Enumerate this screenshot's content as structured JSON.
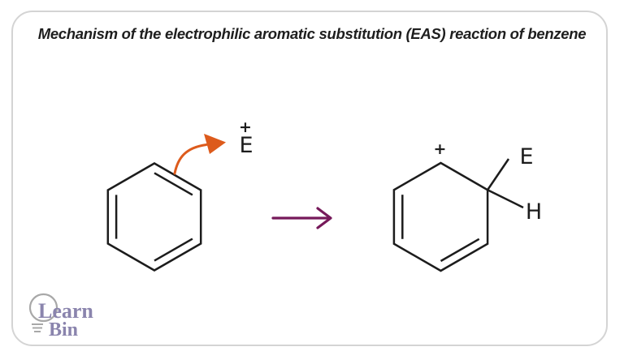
{
  "title": "Mechanism of the electrophilic aromatic substitution (EAS) reaction of benzene",
  "reactant": {
    "electrophile_symbol": "E",
    "electrophile_charge": "+"
  },
  "product": {
    "ring_charge": "+",
    "substituent_e": "E",
    "substituent_h": "H"
  },
  "logo": {
    "learn": "Learn",
    "bin": "Bin"
  },
  "icons": {
    "curved_attack_arrow": "curved-arrow",
    "reaction_arrow": "right-arrow",
    "lightbulb": "lightbulb"
  },
  "colors": {
    "title_text": "#1e1e1e",
    "bond": "#1c1c1c",
    "curved_arrow": "#dd5b1c",
    "reaction_arrow": "#76195a",
    "logo_text": "#8a84ad",
    "logo_bulb": "#a8a8a8",
    "border": "#d4d4d4",
    "background": "#ffffff"
  }
}
